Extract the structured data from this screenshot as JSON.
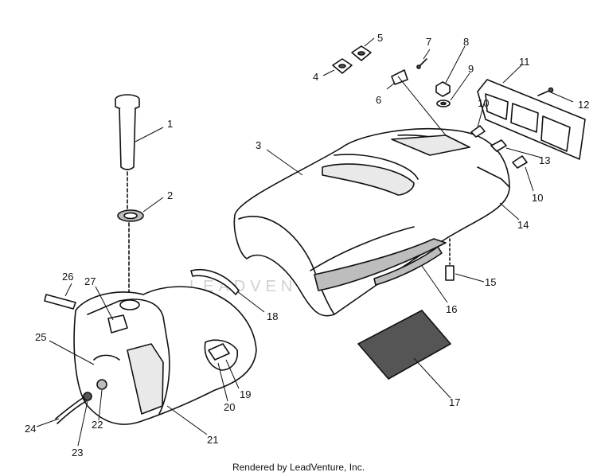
{
  "labels": {
    "p1": "1",
    "p2": "2",
    "p3": "3",
    "p4": "4",
    "p5": "5",
    "p6": "6",
    "p7": "7",
    "p8": "8",
    "p9": "9",
    "p10a": "10",
    "p10b": "10",
    "p11": "11",
    "p12": "12",
    "p13": "13",
    "p14": "14",
    "p15": "15",
    "p16": "16",
    "p17": "17",
    "p18": "18",
    "p19": "19",
    "p20": "20",
    "p21": "21",
    "p22": "22",
    "p23": "23",
    "p24": "24",
    "p25": "25",
    "p26": "26",
    "p27": "27"
  },
  "watermark": "LEADVENTURE",
  "footer": "Rendered by LeadVenture, Inc."
}
